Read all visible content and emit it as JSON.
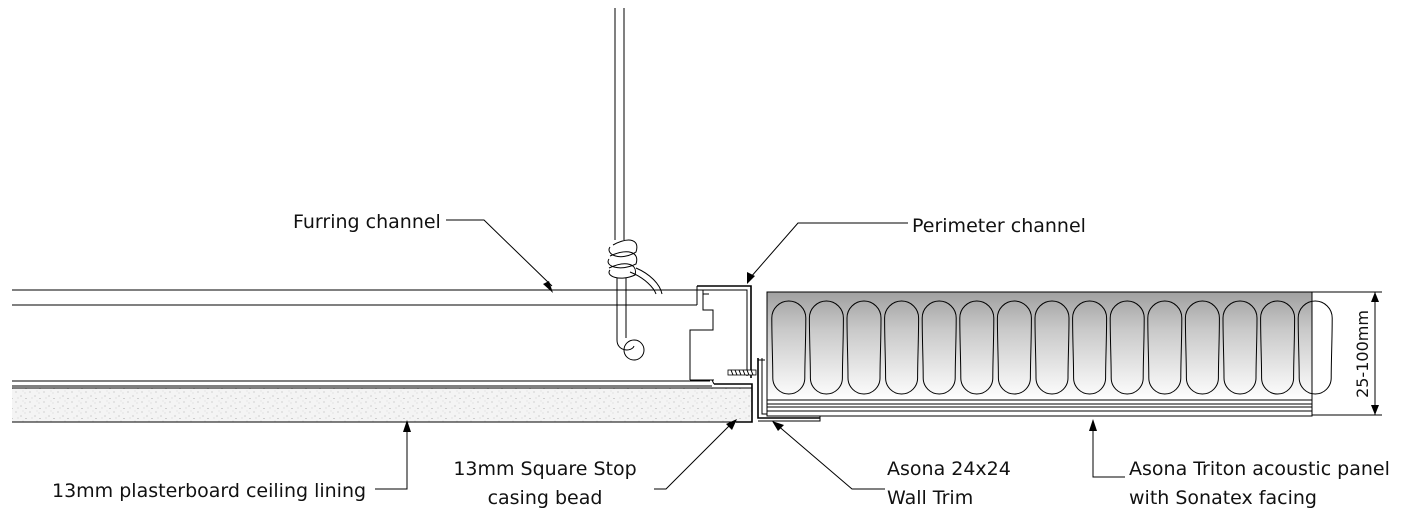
{
  "labels": {
    "furring_channel": "Furring channel",
    "perimeter_channel": "Perimeter channel",
    "plasterboard": "13mm plasterboard ceiling lining",
    "casing_bead_line1": "13mm Square Stop",
    "casing_bead_line2": "casing bead",
    "wall_trim_line1": "Asona 24x24",
    "wall_trim_line2": "Wall Trim",
    "panel_line1": "Asona Triton acoustic panel",
    "panel_line2": "with Sonatex facing"
  },
  "dimension": {
    "panel_thickness": "25-100mm"
  },
  "colors": {
    "line": "#000000",
    "plaster_fill": "#f2f2f2",
    "insulation_dark": "#a8a8a8",
    "insulation_light": "#ffffff"
  }
}
